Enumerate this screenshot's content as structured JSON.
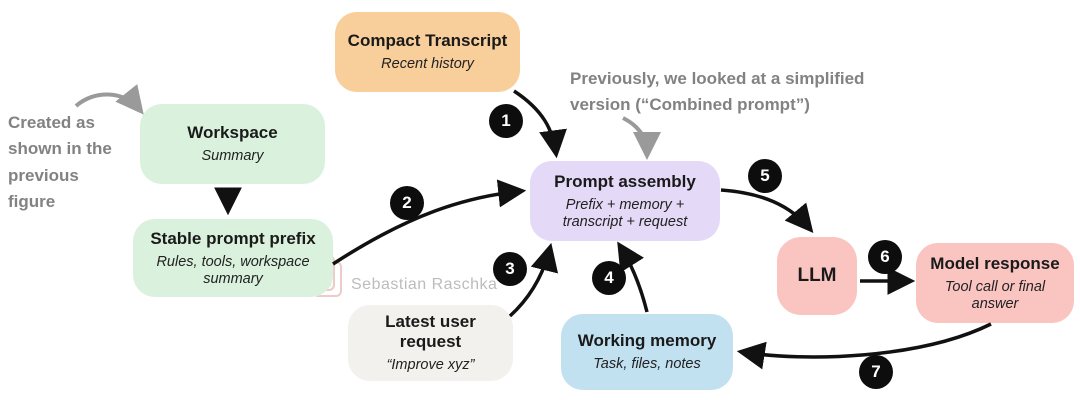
{
  "diagram": {
    "annotations": {
      "created_as": "Created as shown in the previous figure",
      "previously": "Previously, we looked at a simplified version (“Combined prompt”)"
    },
    "watermark": {
      "text": "Sebastian Raschka",
      "icon": "notebook-icon"
    },
    "nodes": {
      "compact_transcript": {
        "title": "Compact Transcript",
        "subtitle": "Recent history",
        "color": "#f8ce9b"
      },
      "workspace": {
        "title": "Workspace",
        "subtitle": "Summary",
        "color": "#daf2dd"
      },
      "stable_prompt_prefix": {
        "title": "Stable prompt prefix",
        "subtitle": "Rules, tools, workspace summary",
        "color": "#daf2dd"
      },
      "prompt_assembly": {
        "title": "Prompt assembly",
        "subtitle": "Prefix + memory + transcript + request",
        "color": "#e4daf7"
      },
      "latest_user_request": {
        "title": "Latest user request",
        "subtitle": "“Improve xyz”",
        "color": "#f2f1ed"
      },
      "working_memory": {
        "title": "Working memory",
        "subtitle": "Task, files, notes",
        "color": "#c1e1f1"
      },
      "llm": {
        "title": "LLM",
        "color": "#fac5c1"
      },
      "model_response": {
        "title": "Model response",
        "subtitle": "Tool call or final answer",
        "color": "#fac5c1"
      }
    },
    "steps": {
      "s1": "1",
      "s2": "2",
      "s3": "3",
      "s4": "4",
      "s5": "5",
      "s6": "6",
      "s7": "7"
    },
    "colors": {
      "arrow_black": "#111111",
      "annotation_gray": "#9a9a9a",
      "badge_black": "#0d0d0d",
      "background": "#ffffff"
    }
  }
}
